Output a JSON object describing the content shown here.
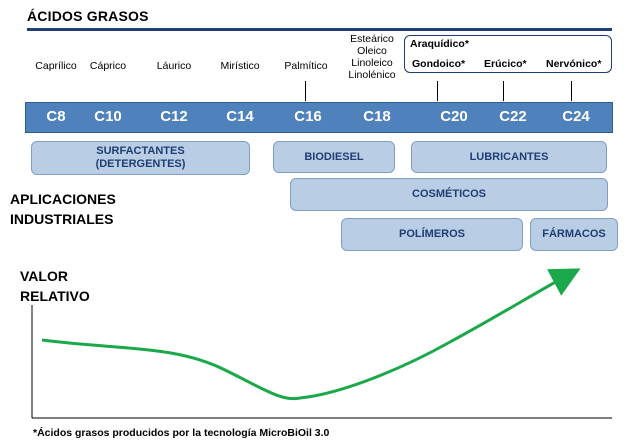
{
  "title": "ÁCIDOS GRASOS",
  "acids": [
    {
      "name": "Caprílico"
    },
    {
      "name": "Cáprico"
    },
    {
      "name": "Láurico"
    },
    {
      "name": "Mirístico"
    },
    {
      "name": "Palmítico"
    },
    {
      "lines": [
        "Esteárico",
        "Oleico",
        "Linoleico",
        "Linolénico"
      ]
    }
  ],
  "special_acids": {
    "top": "Araquídico*",
    "bottom": [
      "Gondoico*",
      "Erúcico*",
      "Nervónico*"
    ]
  },
  "carbon_chain": [
    "C8",
    "C10",
    "C12",
    "C14",
    "C16",
    "C18",
    "C20",
    "C22",
    "C24"
  ],
  "applications_label": [
    "APLICACIONES",
    "INDUSTRIALES"
  ],
  "applications": {
    "surfactants": [
      "SURFACTANTES",
      "(DETERGENTES)"
    ],
    "biodiesel": "BIODIESEL",
    "lubricants": "LUBRICANTES",
    "cosmetics": "COSMÉTICOS",
    "polymers": "POLÍMEROS",
    "pharma": "FÁRMACOS"
  },
  "value_label": [
    "VALOR",
    "RELATIVO"
  ],
  "footnote": "*Ácidos grasos producidos por la tecnología MicroBiOil 3.0",
  "colors": {
    "accent_dark": "#1f3e72",
    "bar": "#4f81bd",
    "app_fill": "#b9cde5",
    "curve": "#1aa84a"
  }
}
